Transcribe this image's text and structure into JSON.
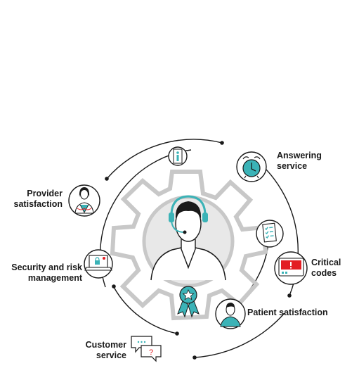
{
  "labels": {
    "answering_service": [
      "Answering",
      "service"
    ],
    "provider_satisfaction": [
      "Provider",
      "satisfaction"
    ],
    "security_risk": [
      "Security and risk",
      "management"
    ],
    "critical_codes": [
      "Critical",
      "codes"
    ],
    "patient_satisfaction": "Patient satisfaction",
    "customer_service": [
      "Customer",
      "service"
    ]
  },
  "colors": {
    "accent": "#3bb3b7",
    "gear": "#c8c8c8",
    "center_fill": "#e8e8e8",
    "line": "#1a1a1a",
    "alert": "#e31e24"
  },
  "icons": [
    "info-icon",
    "alarm-clock-icon",
    "checklist-icon",
    "critical-code-pager-icon",
    "patient-avatar-icon",
    "award-ribbon-icon",
    "chat-bubbles-icon",
    "laptop-security-icon",
    "provider-avatar-icon",
    "headset-agent-icon"
  ]
}
